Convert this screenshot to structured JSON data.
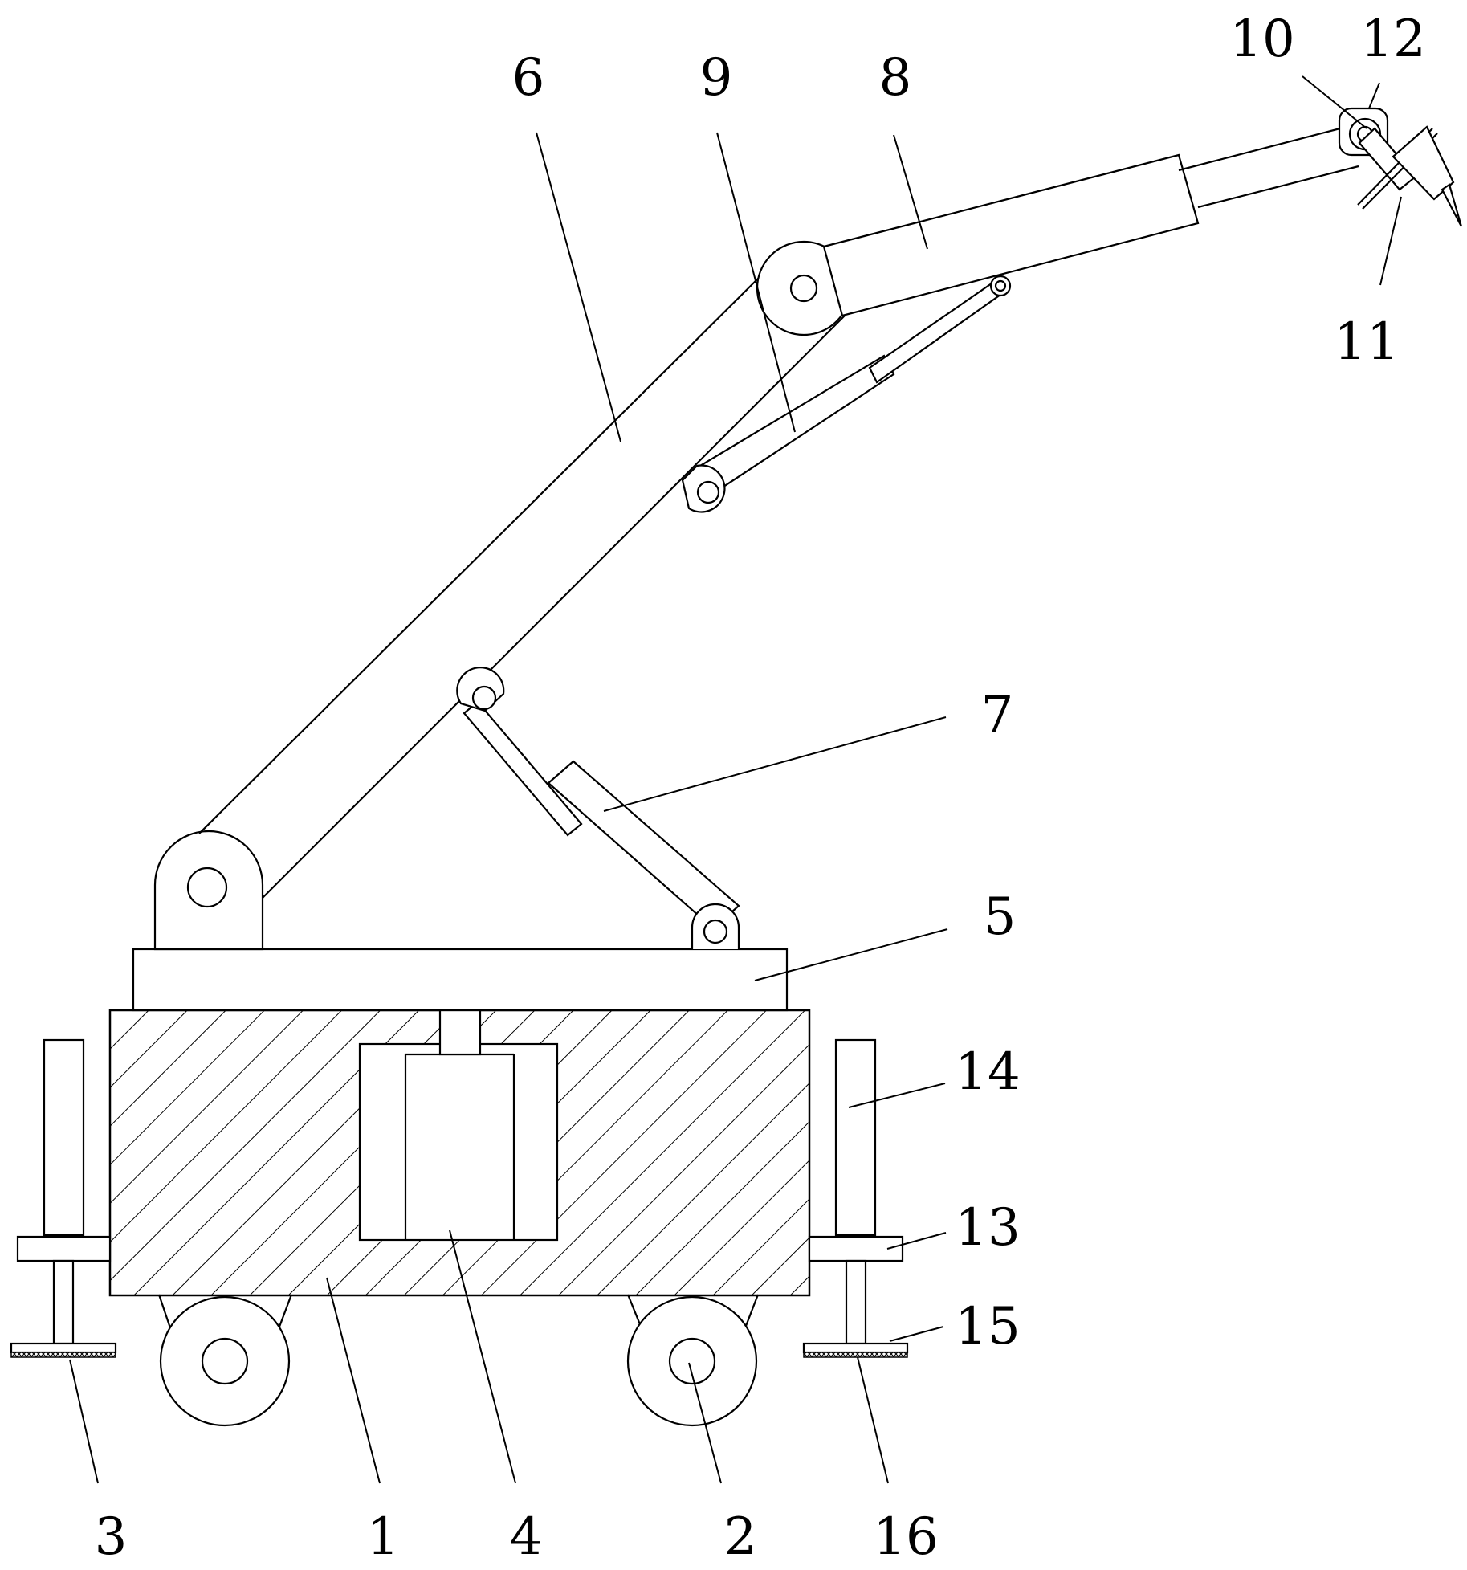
{
  "figure": {
    "background": "#ffffff",
    "line_color": "#000000"
  },
  "callouts": [
    {
      "id": "c1",
      "label": "1"
    },
    {
      "id": "c2",
      "label": "2"
    },
    {
      "id": "c3",
      "label": "3"
    },
    {
      "id": "c4",
      "label": "4"
    },
    {
      "id": "c5",
      "label": "5"
    },
    {
      "id": "c6",
      "label": "6"
    },
    {
      "id": "c7",
      "label": "7"
    },
    {
      "id": "c8",
      "label": "8"
    },
    {
      "id": "c9",
      "label": "9"
    },
    {
      "id": "c10",
      "label": "10"
    },
    {
      "id": "c11",
      "label": "11"
    },
    {
      "id": "c12",
      "label": "12"
    },
    {
      "id": "c13",
      "label": "13"
    },
    {
      "id": "c14",
      "label": "14"
    },
    {
      "id": "c15",
      "label": "15"
    },
    {
      "id": "c16",
      "label": "16"
    }
  ]
}
